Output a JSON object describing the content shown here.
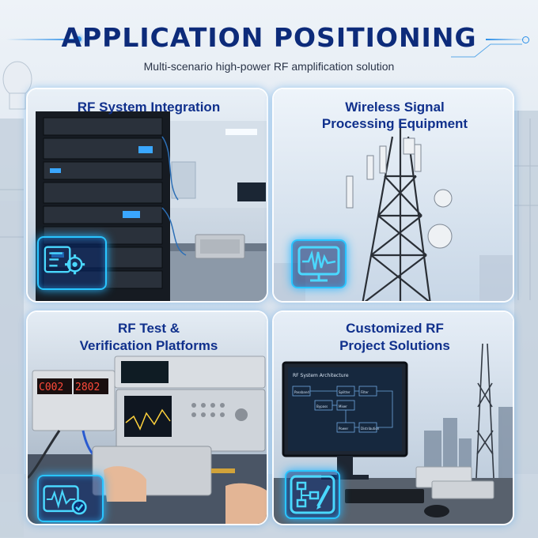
{
  "header": {
    "title": "APPLICATION POSITIONING",
    "subtitle": "Multi-scenario high-power RF amplification solution"
  },
  "cards": [
    {
      "title_line1": "RF System Integration",
      "title_line2": "",
      "icon": "settings-document-icon"
    },
    {
      "title_line1": "Wireless Signal",
      "title_line2": "Processing Equipment",
      "icon": "signal-monitor-icon"
    },
    {
      "title_line1": "RF Test &",
      "title_line2": "Verification Platforms",
      "icon": "waveform-check-icon"
    },
    {
      "title_line1": "Customized RF",
      "title_line2": "Project Solutions",
      "icon": "block-diagram-edit-icon"
    }
  ],
  "screens": {
    "power_supply_left": "C002",
    "power_supply_right": "2802",
    "monitor_heading": "RF System Architecture",
    "monitor_blocks": [
      "Passband",
      "Bypass",
      "Splitter",
      "Mixer",
      "Filter",
      "Power",
      "Distribution"
    ]
  },
  "colors": {
    "title": "#0d2b7a",
    "card_title": "#10308c",
    "icon_glow": "#29c5ff"
  }
}
